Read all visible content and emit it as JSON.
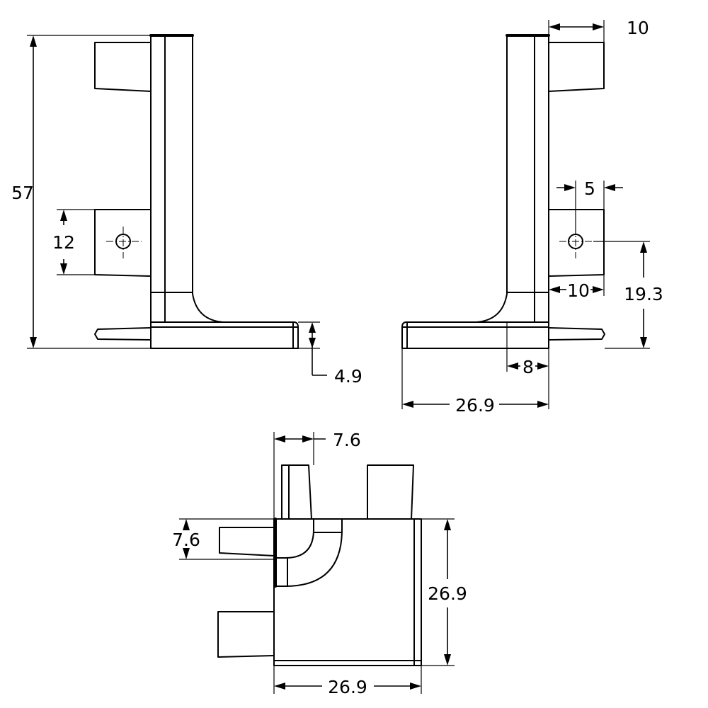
{
  "views": {
    "side_left": {
      "height_dim": "57",
      "tab_height_dim": "12",
      "base_thickness_dim": "4.9"
    },
    "side_right": {
      "tab_width_dim": "10",
      "hole_offset_dim": "5",
      "tab_width_lower_dim": "10",
      "hole_height_dim": "19.3",
      "wall_thickness_dim": "8",
      "base_length_dim": "26.9"
    },
    "top": {
      "post_width_dim": "7.6",
      "tab_width_dim": "7.6",
      "depth_dim": "26.9",
      "width_dim": "26.9"
    }
  }
}
